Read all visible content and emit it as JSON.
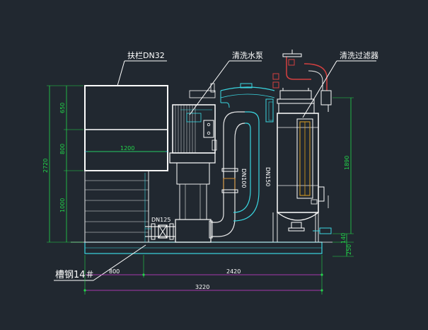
{
  "labels": {
    "railing": "扶栏DN32",
    "pump": "清洗水泵",
    "filter": "清洗过滤器",
    "channel_steel": "槽钢14＃",
    "dn125": "DN125",
    "dn100": "DN100",
    "dn150": "DN150"
  },
  "dimensions": {
    "h_1200": "1200",
    "h_800": "800",
    "h_2420": "2420",
    "h_3220": "3220",
    "v_650": "650",
    "v_800": "800",
    "v_1000": "1000",
    "v_2720": "2720",
    "v_1890": "1890",
    "v_140": "140",
    "v_250": "250"
  },
  "colors": {
    "background": "#212830",
    "structure": "#ffffff",
    "piping": "#e8e8e8",
    "cyan_lines": "#3ad6e0",
    "dimension_green": "#22d84a",
    "dimension_magenta": "#d43cd4",
    "leader_lines": "#ffffff"
  }
}
